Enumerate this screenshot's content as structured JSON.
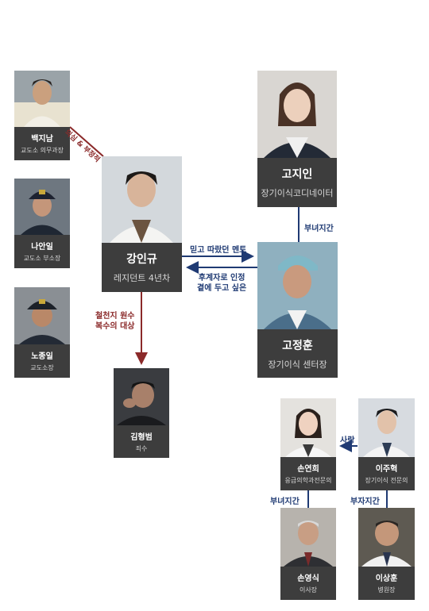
{
  "characters": {
    "baek_jinam": {
      "name": "백지남",
      "role": "교도소 의무과장"
    },
    "na_anil": {
      "name": "나안일",
      "role": "교도소 부소장"
    },
    "no_jongil": {
      "name": "노종일",
      "role": "교도소장"
    },
    "kang_ingyu": {
      "name": "강인규",
      "role": "레지던트 4년차"
    },
    "kim_hyeongbeom": {
      "name": "김형범",
      "role": "죄수"
    },
    "go_jiin": {
      "name": "고지인",
      "role": "장기이식코디네이터"
    },
    "go_jeonghun": {
      "name": "고정훈",
      "role": "장기이식 센터장"
    },
    "son_yeonhui": {
      "name": "손연희",
      "role": "응급의학과전문의"
    },
    "lee_juhyeok": {
      "name": "이주혁",
      "role": "장기이식 전문의"
    },
    "son_yeongsik": {
      "name": "손영식",
      "role": "이사장"
    },
    "lee_sanghun": {
      "name": "이상훈",
      "role": "병원장"
    }
  },
  "relations": {
    "suspicion": "의심 & 부정적",
    "revenge_1": "철천지 원수",
    "revenge_2": "복수의 대상",
    "father_daughter_1": "부녀지간",
    "mentor": "믿고 따랐던 멘토",
    "successor_1": "후계자로 인정",
    "successor_2": "곁에 두고 싶은",
    "love": "사랑",
    "father_daughter_2": "부녀지간",
    "father_son": "부자지간"
  },
  "colors": {
    "caption_bg": "#3d3d3d",
    "navy": "#1f3a73",
    "dark_red": "#8b2a2a"
  }
}
